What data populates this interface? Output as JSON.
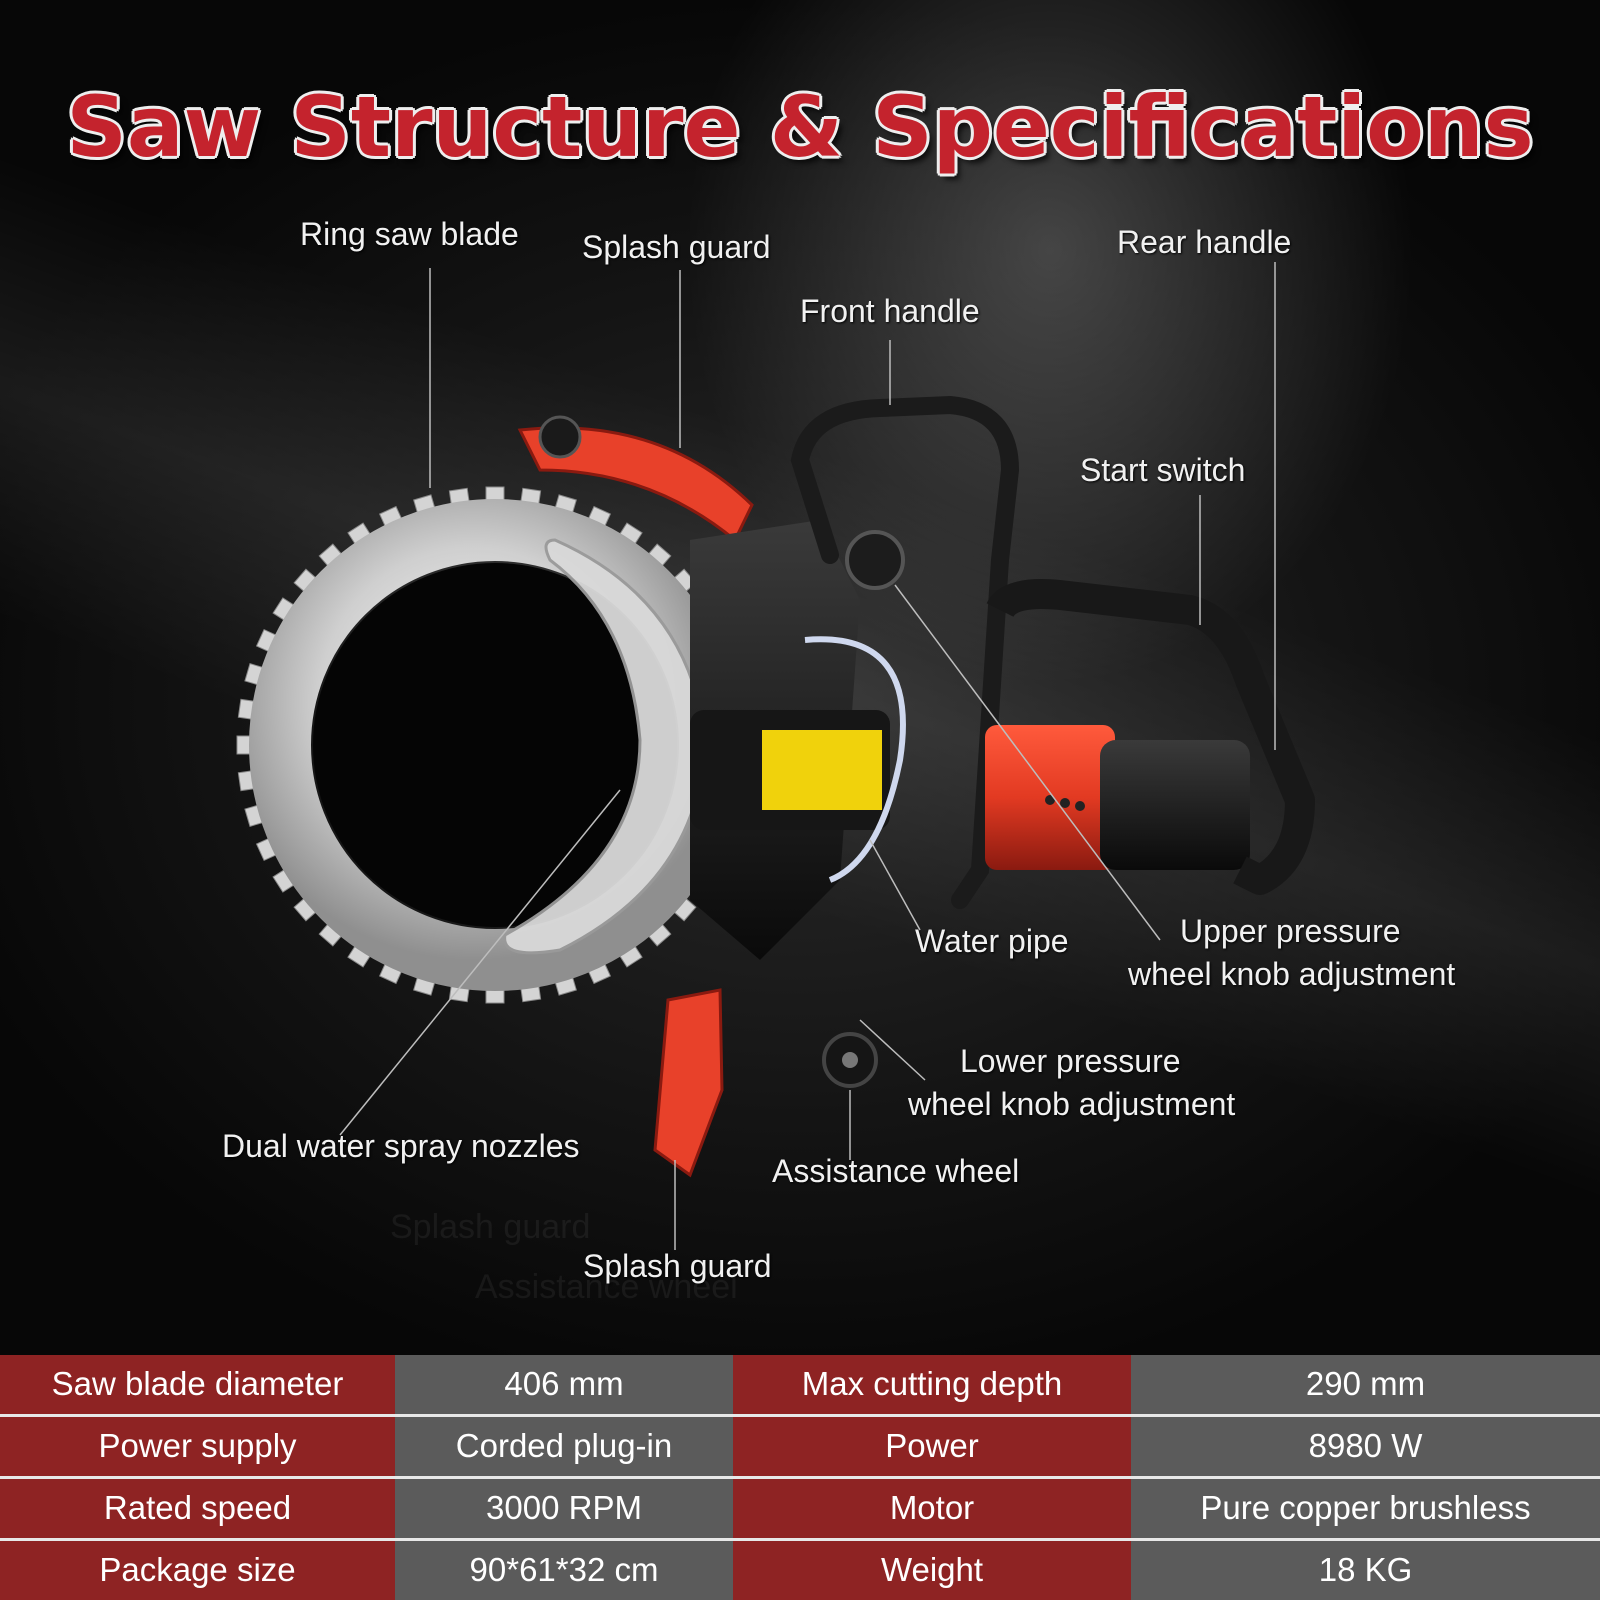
{
  "title": "Saw Structure & Specifications",
  "product_labels": {
    "ring_saw_blade": "Ring saw blade",
    "splash_guard_top": "Splash guard",
    "front_handle": "Front handle",
    "rear_handle": "Rear handle",
    "start_switch": "Start switch",
    "water_pipe": "Water pipe",
    "upper_pressure": "Upper pressure",
    "upper_pressure_2": "wheel knob adjustment",
    "lower_pressure": "Lower pressure",
    "lower_pressure_2": "wheel knob adjustment",
    "dual_nozzles": "Dual water spray nozzles",
    "assistance_wheel": "Assistance wheel",
    "splash_guard_bottom": "Splash guard",
    "reflection_1": "Splash guard",
    "reflection_2": "Assistance wheel"
  },
  "colors": {
    "accent_red": "#c4232d",
    "table_key_bg": "#8e2323",
    "table_value_bg": "#5b5b5b",
    "background": "#0d0d0d"
  },
  "specs": [
    {
      "k1": "Saw blade diameter",
      "v1": "406 mm",
      "k2": "Max cutting depth",
      "v2": "290 mm"
    },
    {
      "k1": "Power supply",
      "v1": "Corded plug-in",
      "k2": "Power",
      "v2": "8980 W"
    },
    {
      "k1": "Rated speed",
      "v1": "3000 RPM",
      "k2": "Motor",
      "v2": "Pure copper brushless"
    },
    {
      "k1": "Package size",
      "v1": "90*61*32 cm",
      "k2": "Weight",
      "v2": "18 KG"
    }
  ]
}
